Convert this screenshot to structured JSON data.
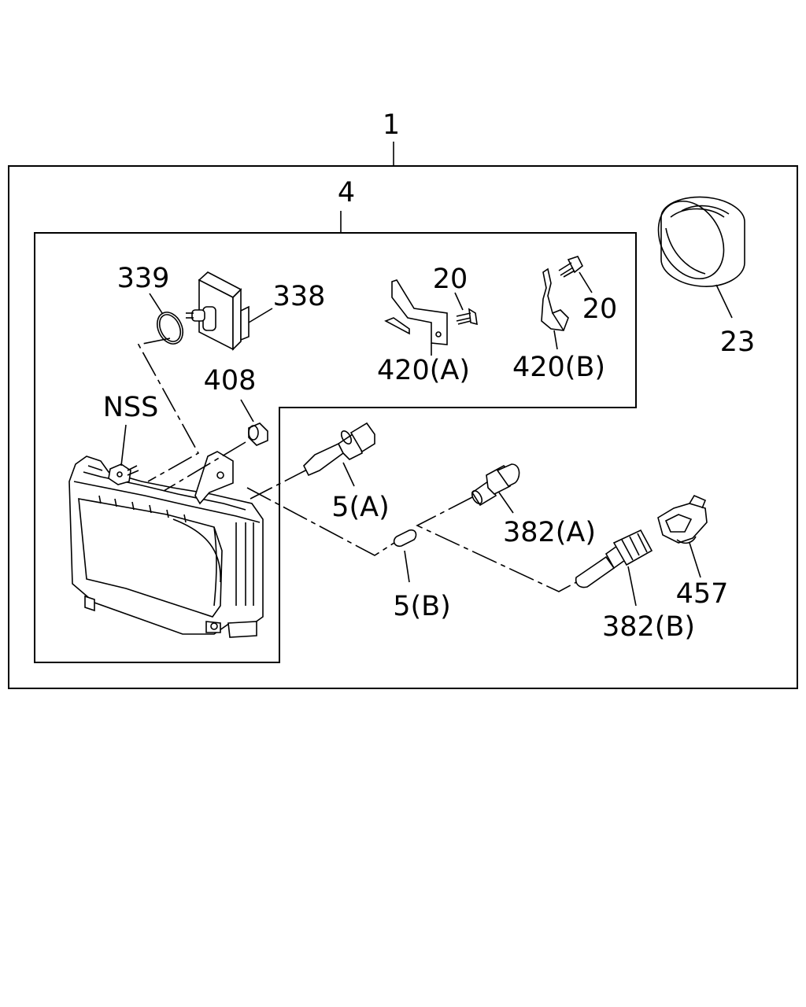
{
  "labels": {
    "assembly": "1",
    "subassembly": "4",
    "o_ring": "339",
    "switch": "338",
    "screw_a": "20",
    "screw_b": "20",
    "bracket_a": "420(A)",
    "bracket_b": "420(B)",
    "ring": "23",
    "grommet": "408",
    "nss": "NSS",
    "bulb_a": "5(A)",
    "bulb_b": "5(B)",
    "socket_a": "382(A)",
    "socket_b": "382(B)",
    "connector": "457"
  }
}
